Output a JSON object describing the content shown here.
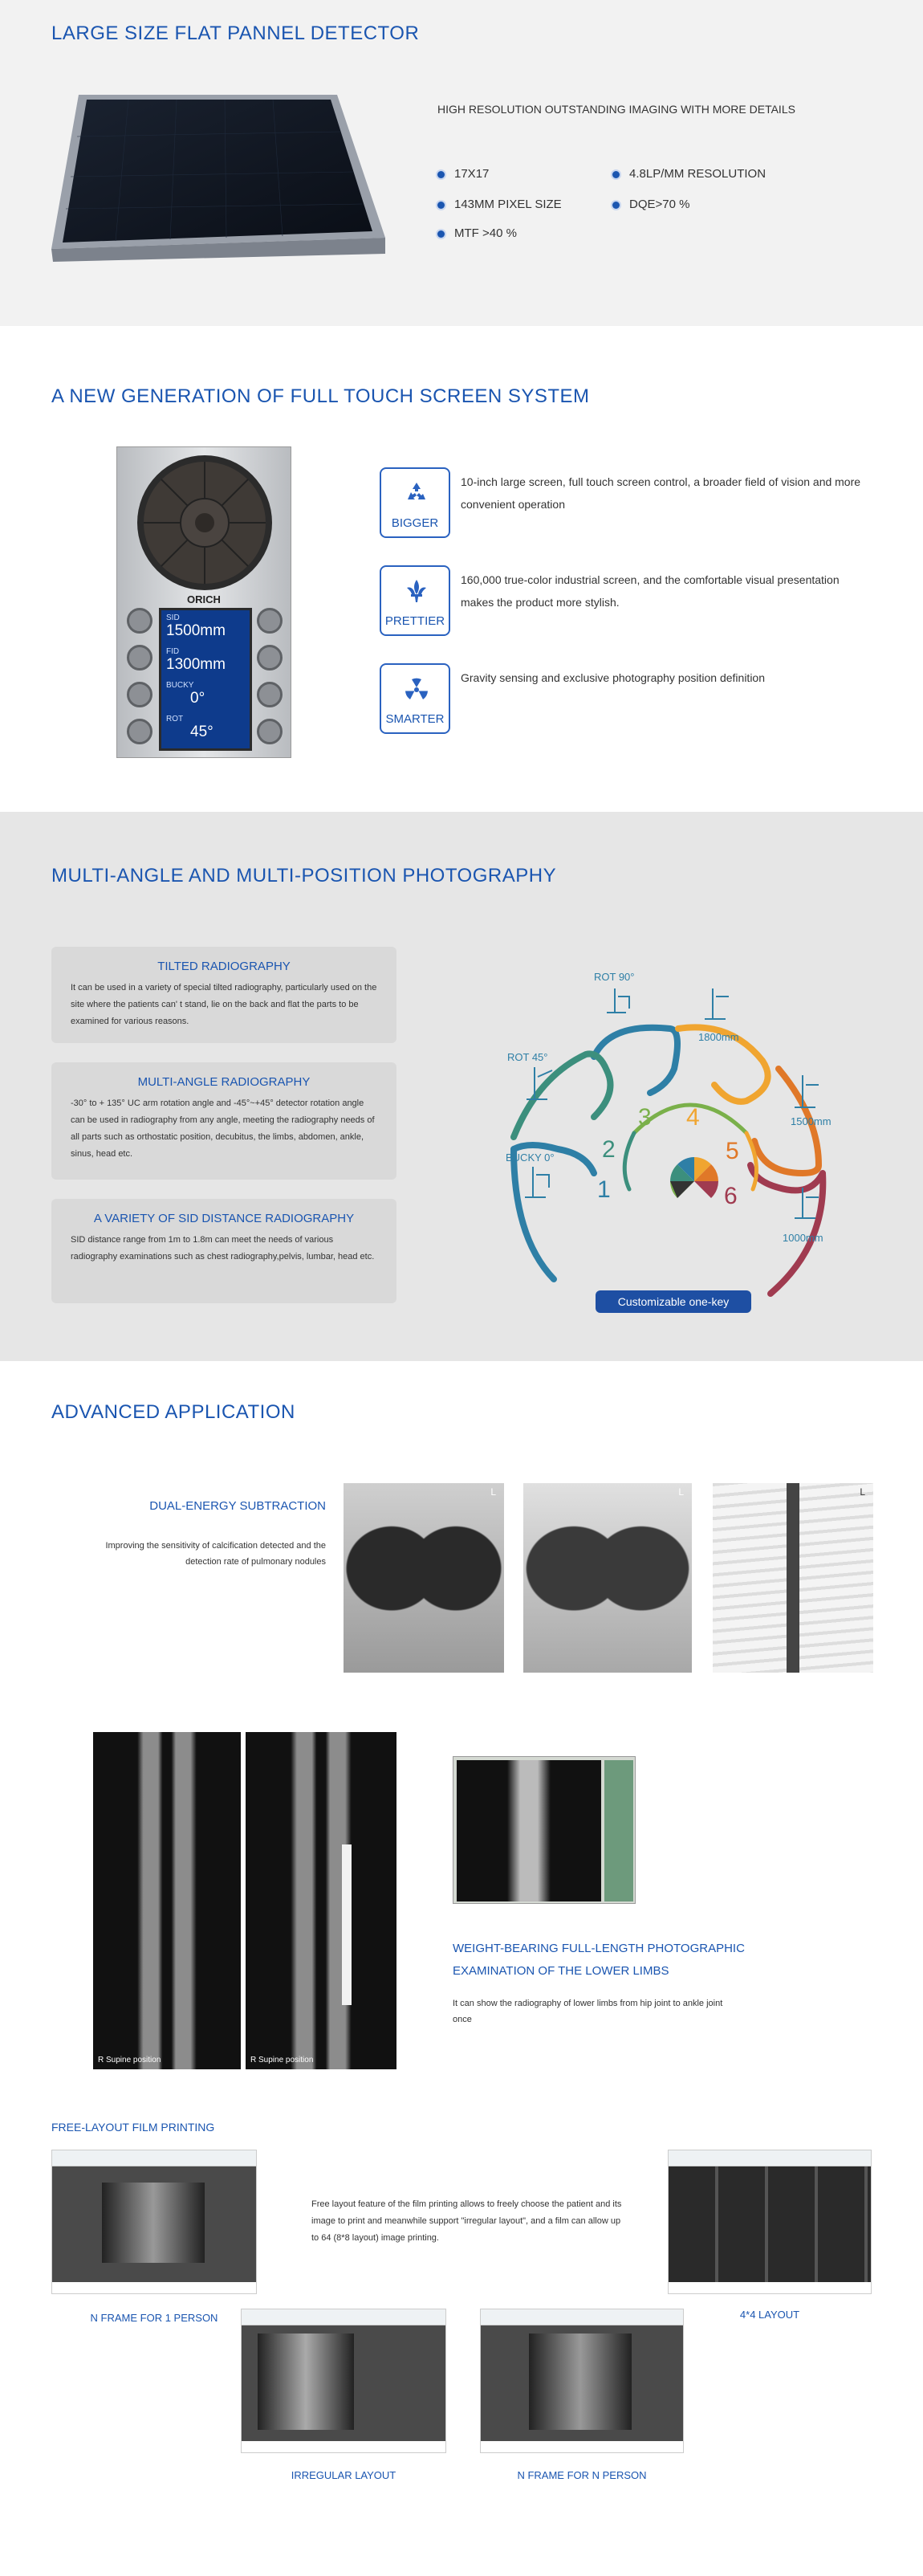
{
  "section1": {
    "title": "LARGE SIZE FLAT PANNEL DETECTOR",
    "headline": "HIGH RESOLUTION OUTSTANDING  IMAGING WITH MORE DETAILS",
    "specs": [
      "17X17",
      "4.8LP/MM RESOLUTION",
      "143MM PIXEL SIZE",
      "DQE>70 %",
      "MTF >40 %"
    ]
  },
  "section2": {
    "title": "A NEW GENERATION OF FULL TOUCH SCREEN SYSTEM",
    "device": {
      "brand": "ORICH",
      "readouts": [
        {
          "label": "SID",
          "value": "1500mm"
        },
        {
          "label": "FID",
          "value": "1300mm"
        },
        {
          "label": "BUCKY",
          "value": "0°"
        },
        {
          "label": "ROT",
          "value": "45°"
        }
      ]
    },
    "features": [
      {
        "icon": "recycle-icon",
        "label": "BIGGER",
        "text": "10-inch large screen, full touch screen control, a broader field of vision and more convenient operation"
      },
      {
        "icon": "fleur-de-lis-icon",
        "label": "PRETTIER",
        "text": "160,000 true-color industrial screen, and the comfortable visual presentation makes the product more stylish."
      },
      {
        "icon": "radiation-icon",
        "label": "SMARTER",
        "text": "Gravity sensing and exclusive photography position definition"
      }
    ]
  },
  "section3": {
    "title": "MULTI-ANGLE AND MULTI-POSITION PHOTOGRAPHY",
    "boxes": [
      {
        "title": "TILTED  RADIOGRAPHY",
        "text": "It can be used in a variety of special tilted radiography, particularly used on the site where the  patients can' t stand, lie on the back and flat the parts to be examined for various reasons."
      },
      {
        "title": "MULTI-ANGLE RADIOGRAPHY",
        "text": "-30° to + 135° UC arm rotation angle and -45°~+45° detector rotation angle can be used in radiography from any angle, meeting the radiography needs of all parts such as orthostatic position, decubitus, the limbs, abdomen, ankle, sinus, head etc."
      },
      {
        "title": "A VARIETY OF SID DISTANCE RADIOGRAPHY",
        "text": "SID distance range from 1m to 1.8m can meet the needs of various radiography examinations such as chest radiography,pelvis, lumbar, head etc."
      }
    ],
    "wheel": {
      "left_labels": [
        "ROT 90°",
        "ROT 45°",
        "BUCKY 0°"
      ],
      "right_labels": [
        "1800mm",
        "1500mm",
        "1000mm"
      ],
      "numbers": [
        "1",
        "2",
        "3",
        "4",
        "5",
        "6"
      ],
      "button": "Customizable one-key",
      "colors": [
        "#2e7fa6",
        "#3c8f7d",
        "#7ab04a",
        "#f0a530",
        "#e07828",
        "#a03b50"
      ]
    }
  },
  "section4": {
    "title": "ADVANCED APPLICATION",
    "dual_energy": {
      "title": "DUAL-ENERGY SUBTRACTION",
      "text": "Improving the sensitivity of calcification detected and the detection rate of pulmonary nodules",
      "marker": "L"
    },
    "weight_bearing": {
      "title": "WEIGHT-BEARING FULL-LENGTH PHOTOGRAPHIC EXAMINATION OF THE LOWER LIMBS",
      "text": "It can show the radiography of lower limbs from hip joint to ankle joint once",
      "caption_left": "R   Supine position",
      "caption_right": "R   Supine position"
    },
    "printing": {
      "title": "FREE-LAYOUT FILM PRINTING",
      "text": "Free layout feature of the film printing allows to freely choose the patient and its image to print and meanwhile support \"irregular layout\", and a film can allow up to 64 (8*8 layout) image printing.",
      "captions": [
        "N FRAME  FOR 1 PERSON",
        "4*4 LAYOUT",
        "IRREGULAR LAYOUT",
        "N FRAME FOR N PERSON"
      ]
    }
  }
}
